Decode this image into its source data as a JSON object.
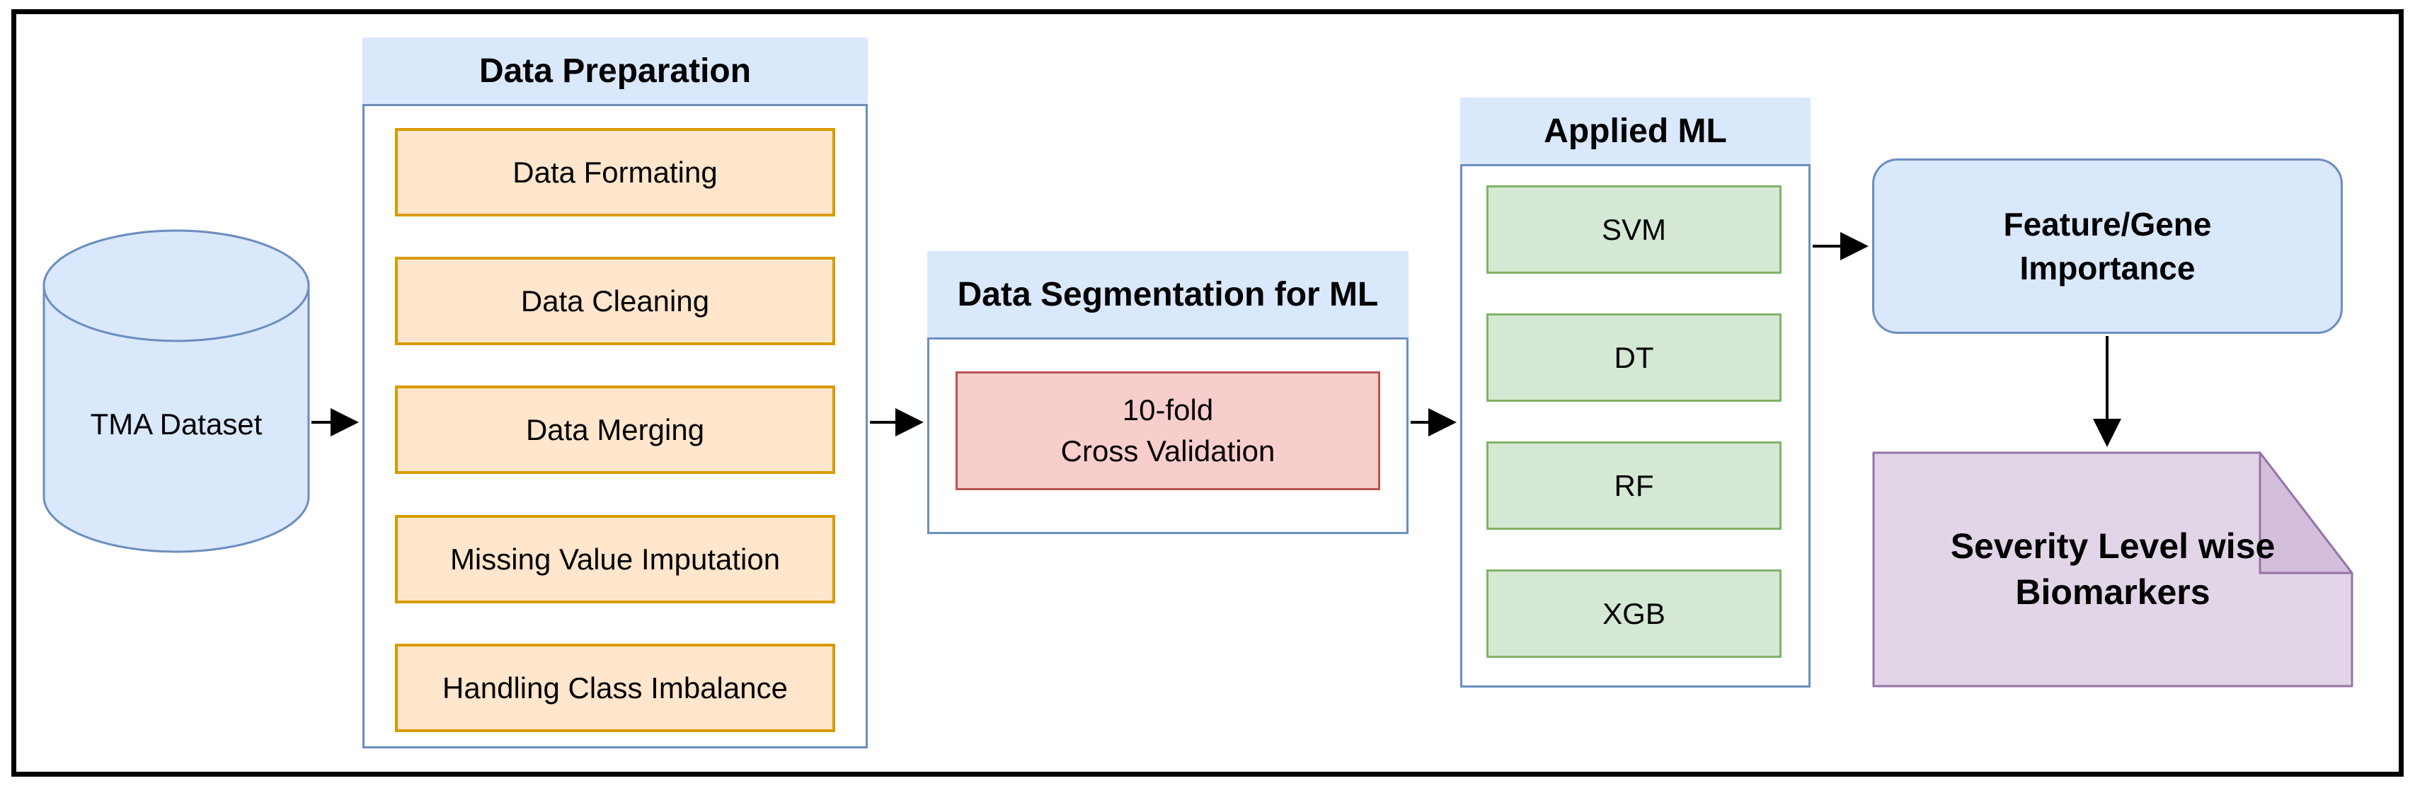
{
  "colors": {
    "blue_fill": "#dae8fc",
    "blue_stroke": "#6c8ebf",
    "orange_fill": "#ffe6cc",
    "orange_stroke": "#d79b00",
    "red_fill": "#f8cecc",
    "red_stroke": "#b85450",
    "green_fill": "#d5e8d4",
    "green_stroke": "#82b366",
    "purple_fill": "#e1d5e7",
    "purple_fold": "#d3bfdc",
    "purple_stroke": "#9673a6",
    "arrow": "#000000",
    "border": "#000000",
    "text": "#000000"
  },
  "nodes": {
    "tma_dataset": {
      "label": "TMA Dataset"
    },
    "data_preparation": {
      "title": "Data Preparation",
      "steps": [
        "Data Formating",
        "Data Cleaning",
        "Data Merging",
        "Missing Value Imputation",
        "Handling Class Imbalance"
      ]
    },
    "data_segmentation": {
      "title": "Data Segmentation for ML",
      "cross_validation": "10-fold\nCross Validation"
    },
    "applied_ml": {
      "title": "Applied ML",
      "models": [
        "SVM",
        "DT",
        "RF",
        "XGB"
      ]
    },
    "feature_importance": {
      "label": "Feature/Gene\nImportance"
    },
    "biomarkers": {
      "label": "Severity Level wise\nBiomarkers"
    }
  },
  "edges": [
    {
      "from": "TMA Dataset",
      "to": "Data Preparation"
    },
    {
      "from": "Data Preparation",
      "to": "Data Segmentation for ML"
    },
    {
      "from": "Data Segmentation for ML",
      "to": "Applied ML"
    },
    {
      "from": "Applied ML",
      "to": "Feature/Gene Importance"
    },
    {
      "from": "Feature/Gene Importance",
      "to": "Severity Level wise Biomarkers"
    }
  ]
}
